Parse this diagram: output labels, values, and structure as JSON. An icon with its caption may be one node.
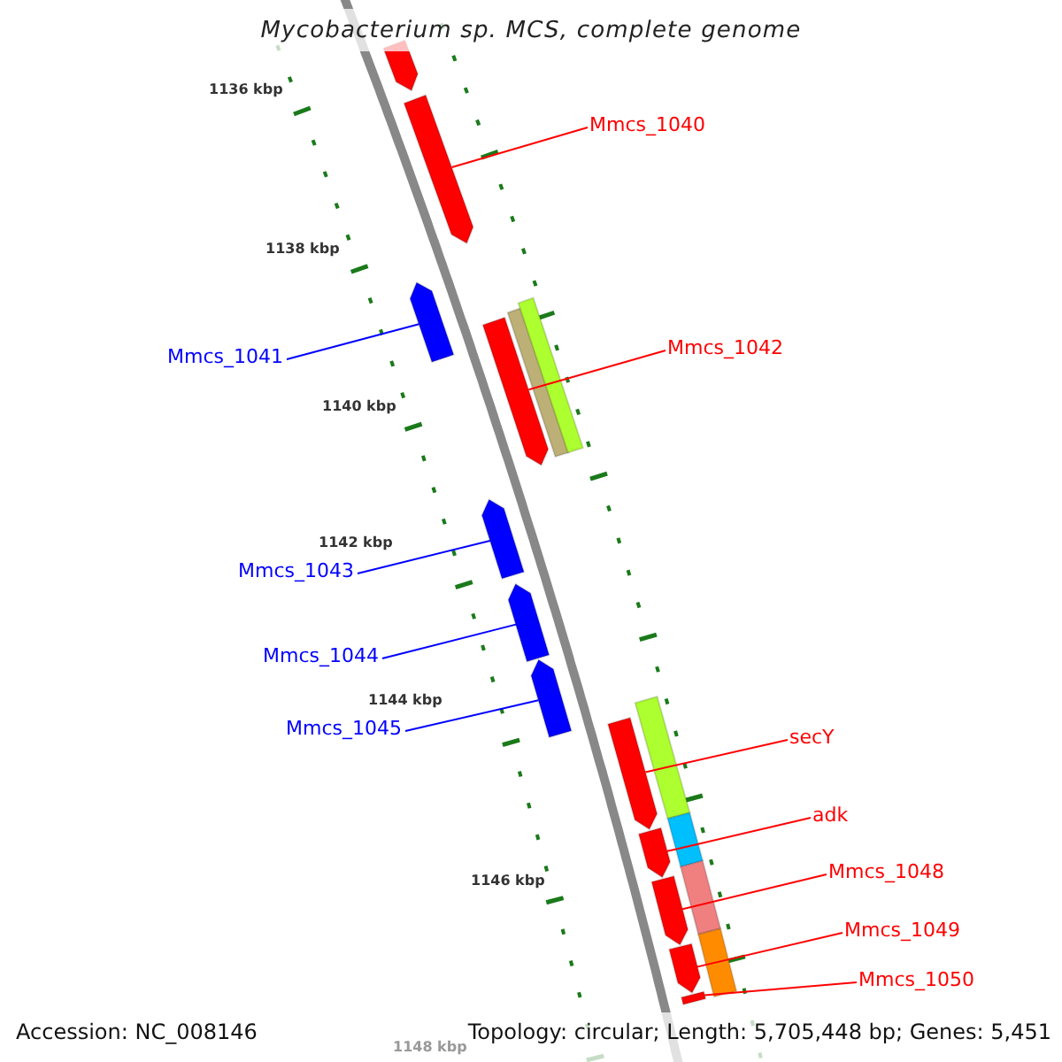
{
  "diagram": {
    "title": "Mycobacterium sp. MCS, complete genome",
    "nodes": [
      {
        "text": [],
        "shape": "bar"
      },
      {
        "text": [
          "Mmcs_1040"
        ]
      },
      {
        "text": [],
        "shape": "bar"
      },
      {
        "text": [
          "Mmcs_1041"
        ]
      },
      {
        "text": [],
        "shape": "bar"
      },
      {
        "text": [
          "Mmcs_1042"
        ]
      },
      {
        "text": [],
        "shape": "bar"
      },
      {
        "text": [
          "Mmcs_1043"
        ]
      },
      {
        "text": [],
        "shape": "bar"
      },
      {
        "text": [
          "Mmcs_1044"
        ]
      },
      {
        "text": [],
        "shape": "bar"
      },
      {
        "text": [
          "Mmcs_1045"
        ]
      },
      {
        "text": [],
        "shape": "bar"
      },
      {
        "text": [
          "secY"
        ]
      },
      {
        "text": [],
        "shape": "bar"
      },
      {
        "text": [
          "adk"
        ]
      },
      {
        "text": [],
        "shape": "bar"
      },
      {
        "text": [
          "Mmcs_1048"
        ]
      },
      {
        "text": [],
        "shape": "bar"
      },
      {
        "text": [
          "Mmcs_1049"
        ]
      },
      {
        "text": [],
        "shape": "bar"
      },
      {
        "text": [
          "Mmcs_1050"
        ]
      },
      {
        "text": [],
        "shape": "bar"
      }
    ],
    "edges": [
      {
        "from": 1,
        "to": 2,
        "arrow": "none"
      },
      {
        "from": 3,
        "to": 4,
        "arrow": "none",
        "color": "#0000ff"
      },
      {
        "from": 5,
        "to": 6,
        "arrow": "none"
      },
      {
        "from": 7,
        "to": 8,
        "arrow": "none",
        "color": "#0000ff"
      },
      {
        "from": 9,
        "to": 10,
        "arrow": "none",
        "color": "#0000ff"
      },
      {
        "from": 11,
        "to": 12,
        "arrow": "none",
        "color": "#0000ff"
      },
      {
        "from": 13,
        "to": 14,
        "arrow": "none"
      },
      {
        "from": 15,
        "to": 16,
        "arrow": "none"
      },
      {
        "from": 17,
        "to": 18,
        "arrow": "none"
      },
      {
        "from": 19,
        "to": 20,
        "arrow": "none"
      },
      {
        "from": 21,
        "to": 22,
        "arrow": "none"
      }
    ],
    "labels": [
      "1136 kbp",
      "1138 kbp",
      "1140 kbp",
      "1142 kbp",
      "1144 kbp",
      "1146 kbp",
      "1148 kbp",
      "Accession: NC_008146",
      "Topology: circular; Length: 5,705,448 bp; Genes: 5,451"
    ]
  }
}
